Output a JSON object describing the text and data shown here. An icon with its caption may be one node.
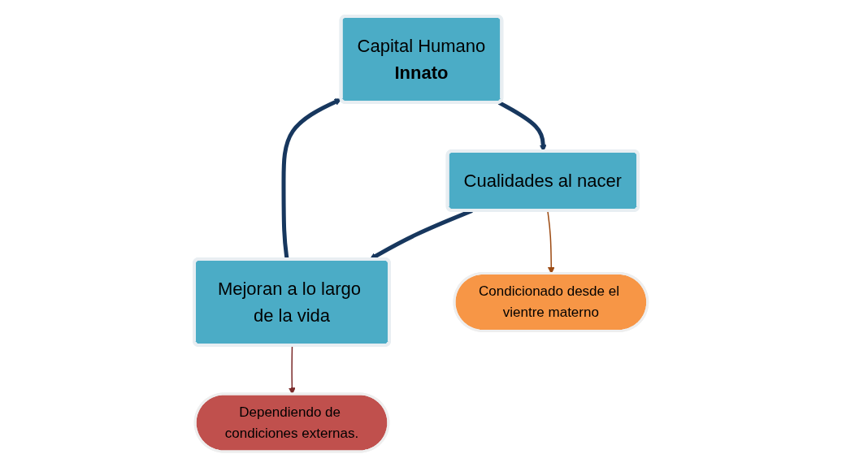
{
  "diagram": {
    "nodes": [
      {
        "text": [
          "Capital Humano",
          "Innato"
        ]
      },
      {
        "text": [
          "Cualidades al nacer"
        ]
      },
      {
        "text": [
          "Mejoran a lo largo de la vida"
        ]
      },
      {
        "text": [
          "Condicionado desde el vientre materno"
        ]
      },
      {
        "text": [
          "Dependiendo de condiciones externas."
        ]
      }
    ],
    "edges": [
      {
        "from": 0,
        "to": 1,
        "arrow": "to"
      },
      {
        "from": 1,
        "to": 2,
        "arrow": "to"
      },
      {
        "from": 2,
        "to": 0,
        "arrow": "to"
      },
      {
        "from": 1,
        "to": 3,
        "arrow": "to",
        "color": "#9c4a12"
      },
      {
        "from": 2,
        "to": 4,
        "arrow": "to",
        "color": "#7a2a2a"
      }
    ]
  }
}
